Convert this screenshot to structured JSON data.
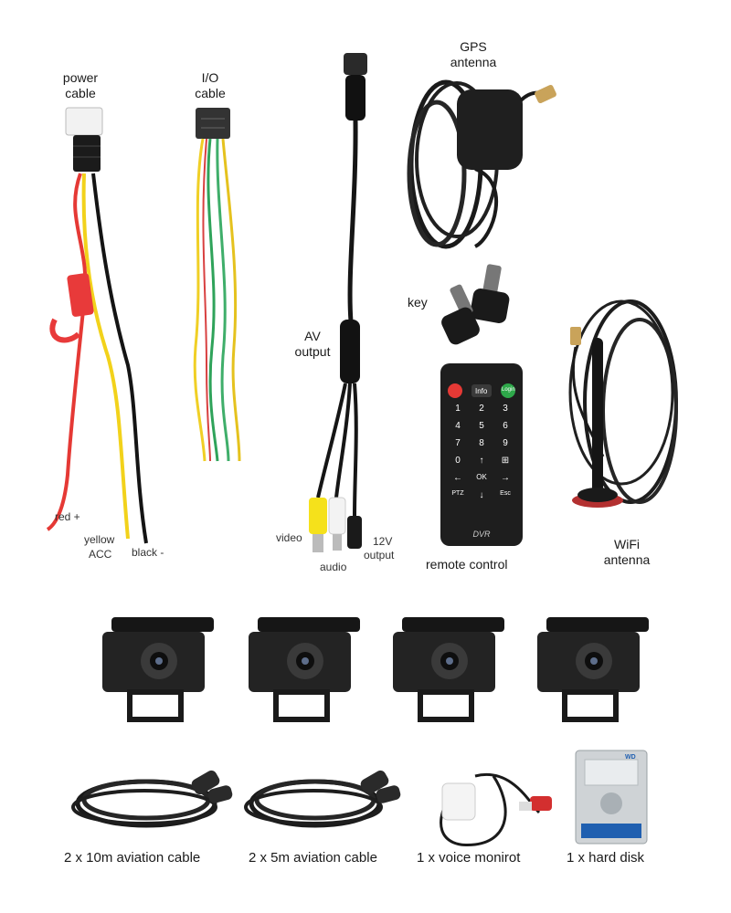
{
  "labels": {
    "power_cable": "power cable",
    "io_cable": "I/O cable",
    "gps_antenna": "GPS antenna",
    "key": "key",
    "av_output": "AV output",
    "wifi_antenna": "WiFi antenna",
    "remote_control": "remote control",
    "red": "red +",
    "yellow": "yellow",
    "acc": "ACC",
    "black": "black -",
    "video": "video",
    "audio": "audio",
    "v12": "12V",
    "output": "output"
  },
  "remote": {
    "info": "Info",
    "login": "Login",
    "digits": [
      "1",
      "2",
      "3",
      "4",
      "5",
      "6",
      "7",
      "8",
      "9",
      "0"
    ],
    "ok": "OK",
    "ptz": "PTZ",
    "esc": "Esc",
    "brand": "DVR"
  },
  "captions": [
    "2 x 10m aviation cable",
    "2 x 5m aviation cable",
    "1 x voice monirot",
    "1 x hard disk"
  ],
  "hdd_brand": "WD"
}
